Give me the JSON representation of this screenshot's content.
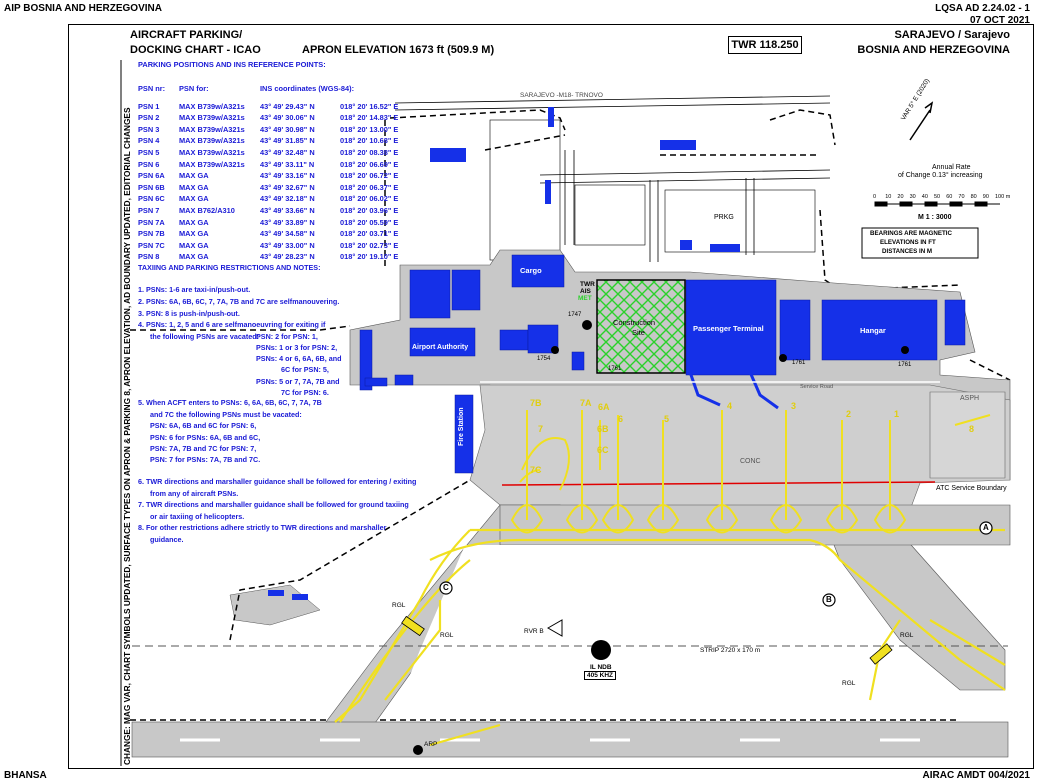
{
  "header": {
    "left": "AIP BOSNIA AND HERZEGOVINA",
    "right_code": "LQSA AD 2.24.02 - 1",
    "right_date": "07 OCT 2021"
  },
  "footer": {
    "left": "BHANSA",
    "right": "AIRAC AMDT 004/2021"
  },
  "side_note": "CHANGE: MAG VAR, CHART SYMBOLS UPDATED, SURFACE TYPES ON APRON & PARKING 8, APRON ELEVATION, AD BOUNDARY UPDATED, EDITORIAL CHANGES",
  "chart": {
    "title_line1": "AIRCRAFT PARKING/",
    "title_line2": "DOCKING CHART - ICAO",
    "apron_elevation": "APRON ELEVATION 1673 ft (509.9 M)",
    "twr": "TWR 118.250",
    "location_line1": "SARAJEVO / Sarajevo",
    "location_line2": "BOSNIA AND HERZEGOVINA"
  },
  "parking": {
    "heading": "PARKING POSITIONS AND INS REFERENCE POINTS:",
    "col_psn": "PSN nr:",
    "col_for": "PSN for:",
    "col_ins": "INS coordinates (WGS-84):",
    "rows": [
      {
        "psn": "PSN 1",
        "for": "MAX B739w/A321s",
        "lat": "43° 49' 29.43\" N",
        "lon": "018° 20' 16.52\" E"
      },
      {
        "psn": "PSN 2",
        "for": "MAX B739w/A321s",
        "lat": "43° 49' 30.06\" N",
        "lon": "018° 20' 14.83\" E"
      },
      {
        "psn": "PSN 3",
        "for": "MAX B739w/A321s",
        "lat": "43° 49' 30.98\" N",
        "lon": "018° 20' 13.00\" E"
      },
      {
        "psn": "PSN 4",
        "for": "MAX B739w/A321s",
        "lat": "43° 49' 31.85\" N",
        "lon": "018° 20' 10.68\" E"
      },
      {
        "psn": "PSN 5",
        "for": "MAX B739w/A321s",
        "lat": "43° 49' 32.48\" N",
        "lon": "018° 20' 08.38\" E"
      },
      {
        "psn": "PSN 6",
        "for": "MAX B739w/A321s",
        "lat": "43° 49' 33.11\" N",
        "lon": "018° 20' 06.69\" E"
      },
      {
        "psn": "PSN 6A",
        "for": "MAX GA",
        "lat": "43° 49' 33.16\" N",
        "lon": "018° 20' 06.72\" E"
      },
      {
        "psn": "PSN 6B",
        "for": "MAX GA",
        "lat": "43° 49' 32.67\" N",
        "lon": "018° 20' 06.37\" E"
      },
      {
        "psn": "PSN 6C",
        "for": "MAX GA",
        "lat": "43° 49' 32.18\" N",
        "lon": "018° 20' 06.02\" E"
      },
      {
        "psn": "PSN 7",
        "for": "MAX B762/A310",
        "lat": "43° 49' 33.66\" N",
        "lon": "018° 20' 03.96\" E"
      },
      {
        "psn": "PSN 7A",
        "for": "MAX GA",
        "lat": "43° 49' 33.89\" N",
        "lon": "018° 20' 05.59\" E"
      },
      {
        "psn": "PSN 7B",
        "for": "MAX GA",
        "lat": "43° 49' 34.58\" N",
        "lon": "018° 20' 03.71\" E"
      },
      {
        "psn": "PSN 7C",
        "for": "MAX GA",
        "lat": "43° 49' 33.00\" N",
        "lon": "018° 20' 02.73\" E"
      },
      {
        "psn": "PSN 8",
        "for": "MAX GA",
        "lat": "43° 49' 28.23\" N",
        "lon": "018° 20' 19.10\" E"
      }
    ]
  },
  "notes": {
    "heading": "TAXIING AND PARKING RESTRICTIONS AND NOTES:",
    "n1": "1. PSNs: 1-6 are taxi-in/push-out.",
    "n2": "2. PSNs: 6A, 6B, 6C, 7, 7A, 7B and 7C are selfmanouvering.",
    "n3": "3. PSN: 8 is push-in/push-out.",
    "n4a": "4. PSNs: 1, 2, 5 and 6 are selfmanoeuvring for exiting if",
    "n4b": "the following PSNs are vacated:",
    "n4c": "PSN: 2 for PSN: 1,",
    "n4d": "PSNs: 1 or 3 for PSN: 2,",
    "n4e": "PSNs: 4 or 6, 6A, 6B, and",
    "n4f": "6C for PSN: 5,",
    "n4g": "PSNs: 5 or 7, 7A, 7B and",
    "n4h": "7C for PSN: 6.",
    "n5a": "5. When ACFT enters to PSNs: 6, 6A, 6B, 6C, 7, 7A, 7B",
    "n5b": "and 7C the following PSNs must be vacated:",
    "n5c": "PSN: 6A, 6B and 6C for PSN: 6,",
    "n5d": "PSN: 6 for PSNs: 6A, 6B and 6C,",
    "n5e": "PSN: 7A, 7B and 7C for PSN: 7,",
    "n5f": "PSN: 7 for PSNs: 7A, 7B and 7C.",
    "n6a": "6. TWR directions and marshaller guidance shall be followed for entering / exiting",
    "n6b": "from any of aircraft PSNs.",
    "n7a": "7. TWR directions and marshaller guidance shall be followed for ground taxiing",
    "n7b": "or air taxiing of helicopters.",
    "n8a": "8. For other restrictions adhere strictly to TWR directions and marshaller",
    "n8b": "guidance."
  },
  "map_labels": {
    "road": "SARAJEVO -M18- TRNOVO",
    "var": "VAR 5° E (2020)",
    "annual_rate_1": "Annual Rate",
    "annual_rate_2": "of Change 0.13° increasing",
    "scale": "M 1 : 3000",
    "scale_ticks": [
      "0",
      "10",
      "20",
      "30",
      "40",
      "50",
      "60",
      "70",
      "80",
      "90",
      "100 m"
    ],
    "bearings_1": "BEARINGS ARE MAGNETIC",
    "bearings_2": "ELEVATIONS IN FT",
    "bearings_3": "DISTANCES IN M",
    "prkg": "PRKG",
    "cargo": "Cargo",
    "twr_ais_1": "TWR",
    "twr_ais_2": "AIS",
    "twr_ais_3": "MET",
    "construction_1": "Construction",
    "construction_2": "Site",
    "passenger_terminal": "Passenger Terminal",
    "hangar": "Hangar",
    "airport_authority": "Airport Authority",
    "fire_station": "Fire Station",
    "service_road": "Service Road",
    "conc": "CONC",
    "asph": "ASPH",
    "atc_boundary": "ATC Service Boundary",
    "strip": "STRIP 2720 x 170 m",
    "il_ndb_1": "IL NDB",
    "il_ndb_2": "405 KHZ",
    "rvr": "RVR B",
    "arp": "ARP",
    "rgl": "RGL",
    "elev_1747": "1747",
    "elev_1754": "1754",
    "elev_1761a": "1761",
    "elev_1761b": "1761",
    "elev_1761c": "1761",
    "twy_a": "A",
    "twy_b": "B",
    "twy_c": "C",
    "stands": [
      "7B",
      "7A",
      "6A",
      "6",
      "6B",
      "6C",
      "7",
      "7C",
      "5",
      "4",
      "3",
      "2",
      "1",
      "8"
    ]
  },
  "colors": {
    "building": "#1530e8",
    "apron": "#c8c8c8",
    "taxiline": "#f0e020",
    "boundary": "#e00000",
    "construction": "#2bd12b"
  }
}
